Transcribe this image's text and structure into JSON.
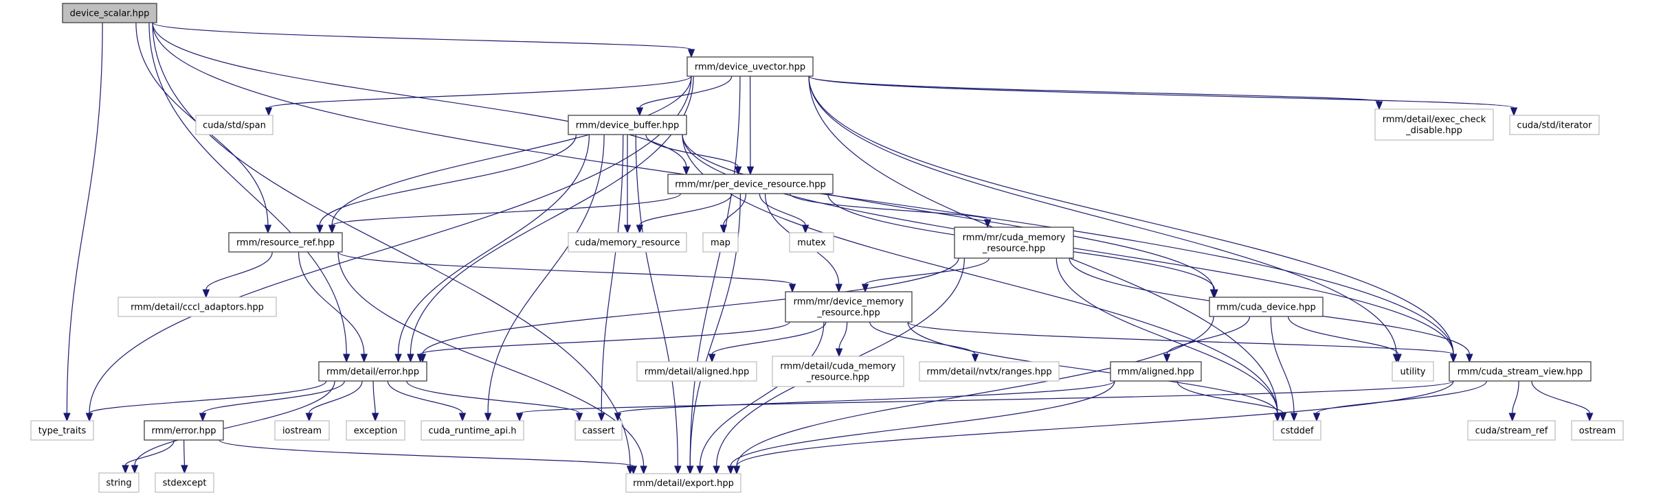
{
  "diagram": {
    "title": "device_scalar.hpp include dependency graph",
    "edge_color": "#191970",
    "nodes": [
      {
        "id": "device_scalar",
        "label": [
          "device_scalar.hpp"
        ],
        "kind": "main"
      },
      {
        "id": "device_uvector",
        "label": [
          "rmm/device_uvector.hpp"
        ],
        "kind": "doc"
      },
      {
        "id": "device_buffer",
        "label": [
          "rmm/device_buffer.hpp"
        ],
        "kind": "doc"
      },
      {
        "id": "cuda_std_span",
        "label": [
          "cuda/std/span"
        ],
        "kind": "ext"
      },
      {
        "id": "exec_check_disable",
        "label": [
          "rmm/detail/exec_check",
          "_disable.hpp"
        ],
        "kind": "ext"
      },
      {
        "id": "cuda_std_iterator",
        "label": [
          "cuda/std/iterator"
        ],
        "kind": "ext"
      },
      {
        "id": "per_device_resource",
        "label": [
          "rmm/mr/per_device_resource.hpp"
        ],
        "kind": "doc"
      },
      {
        "id": "resource_ref",
        "label": [
          "rmm/resource_ref.hpp"
        ],
        "kind": "doc"
      },
      {
        "id": "cuda_memory_resource_ext",
        "label": [
          "cuda/memory_resource"
        ],
        "kind": "ext"
      },
      {
        "id": "map",
        "label": [
          "map"
        ],
        "kind": "ext"
      },
      {
        "id": "mutex",
        "label": [
          "mutex"
        ],
        "kind": "ext"
      },
      {
        "id": "mr_cuda_memory_resource",
        "label": [
          "rmm/mr/cuda_memory",
          "_resource.hpp"
        ],
        "kind": "doc"
      },
      {
        "id": "cccl_adaptors",
        "label": [
          "rmm/detail/cccl_adaptors.hpp"
        ],
        "kind": "ext"
      },
      {
        "id": "device_memory_resource",
        "label": [
          "rmm/mr/device_memory",
          "_resource.hpp"
        ],
        "kind": "doc"
      },
      {
        "id": "cuda_device",
        "label": [
          "rmm/cuda_device.hpp"
        ],
        "kind": "doc"
      },
      {
        "id": "detail_error",
        "label": [
          "rmm/detail/error.hpp"
        ],
        "kind": "doc"
      },
      {
        "id": "detail_aligned",
        "label": [
          "rmm/detail/aligned.hpp"
        ],
        "kind": "ext"
      },
      {
        "id": "detail_cuda_memory_resource",
        "label": [
          "rmm/detail/cuda_memory",
          "_resource.hpp"
        ],
        "kind": "ext"
      },
      {
        "id": "nvtx_ranges",
        "label": [
          "rmm/detail/nvtx/ranges.hpp"
        ],
        "kind": "ext"
      },
      {
        "id": "aligned",
        "label": [
          "rmm/aligned.hpp"
        ],
        "kind": "doc"
      },
      {
        "id": "utility",
        "label": [
          "utility"
        ],
        "kind": "ext"
      },
      {
        "id": "cuda_stream_view",
        "label": [
          "rmm/cuda_stream_view.hpp"
        ],
        "kind": "doc"
      },
      {
        "id": "type_traits",
        "label": [
          "type_traits"
        ],
        "kind": "ext"
      },
      {
        "id": "rmm_error",
        "label": [
          "rmm/error.hpp"
        ],
        "kind": "doc"
      },
      {
        "id": "iostream",
        "label": [
          "iostream"
        ],
        "kind": "ext"
      },
      {
        "id": "exception",
        "label": [
          "exception"
        ],
        "kind": "ext"
      },
      {
        "id": "cuda_runtime_api",
        "label": [
          "cuda_runtime_api.h"
        ],
        "kind": "ext"
      },
      {
        "id": "cassert",
        "label": [
          "cassert"
        ],
        "kind": "ext"
      },
      {
        "id": "cstddef",
        "label": [
          "cstddef"
        ],
        "kind": "ext"
      },
      {
        "id": "cuda_stream_ref",
        "label": [
          "cuda/stream_ref"
        ],
        "kind": "ext"
      },
      {
        "id": "ostream",
        "label": [
          "ostream"
        ],
        "kind": "ext"
      },
      {
        "id": "string",
        "label": [
          "string"
        ],
        "kind": "ext"
      },
      {
        "id": "stdexcept",
        "label": [
          "stdexcept"
        ],
        "kind": "ext"
      },
      {
        "id": "export",
        "label": [
          "rmm/detail/export.hpp"
        ],
        "kind": "ext"
      }
    ],
    "edges": [
      [
        "device_scalar",
        "device_uvector"
      ],
      [
        "device_scalar",
        "per_device_resource"
      ],
      [
        "device_scalar",
        "resource_ref"
      ],
      [
        "device_scalar",
        "type_traits"
      ],
      [
        "device_scalar",
        "export"
      ],
      [
        "device_scalar",
        "cuda_stream_view"
      ],
      [
        "device_scalar",
        "detail_error"
      ],
      [
        "device_uvector",
        "device_buffer"
      ],
      [
        "device_uvector",
        "cuda_std_span"
      ],
      [
        "device_uvector",
        "exec_check_disable"
      ],
      [
        "device_uvector",
        "cuda_std_iterator"
      ],
      [
        "device_uvector",
        "per_device_resource"
      ],
      [
        "device_uvector",
        "resource_ref"
      ],
      [
        "device_uvector",
        "detail_error"
      ],
      [
        "device_uvector",
        "type_traits"
      ],
      [
        "device_uvector",
        "cuda_stream_view"
      ],
      [
        "device_uvector",
        "utility"
      ],
      [
        "device_uvector",
        "cstddef"
      ],
      [
        "device_uvector",
        "export"
      ],
      [
        "device_buffer",
        "per_device_resource"
      ],
      [
        "device_buffer",
        "resource_ref"
      ],
      [
        "device_buffer",
        "cuda_memory_resource_ext"
      ],
      [
        "device_buffer",
        "detail_error"
      ],
      [
        "device_buffer",
        "cuda_runtime_api"
      ],
      [
        "device_buffer",
        "cassert"
      ],
      [
        "device_buffer",
        "export"
      ],
      [
        "device_buffer",
        "cuda_device"
      ],
      [
        "device_buffer",
        "cuda_stream_view"
      ],
      [
        "device_buffer",
        "cstddef"
      ],
      [
        "per_device_resource",
        "resource_ref"
      ],
      [
        "per_device_resource",
        "cuda_memory_resource_ext"
      ],
      [
        "per_device_resource",
        "map"
      ],
      [
        "per_device_resource",
        "mutex"
      ],
      [
        "per_device_resource",
        "mr_cuda_memory_resource"
      ],
      [
        "per_device_resource",
        "device_memory_resource"
      ],
      [
        "per_device_resource",
        "cuda_device"
      ],
      [
        "per_device_resource",
        "export"
      ],
      [
        "resource_ref",
        "cccl_adaptors"
      ],
      [
        "resource_ref",
        "detail_error"
      ],
      [
        "resource_ref",
        "device_memory_resource"
      ],
      [
        "resource_ref",
        "export"
      ],
      [
        "mr_cuda_memory_resource",
        "device_memory_resource"
      ],
      [
        "mr_cuda_memory_resource",
        "detail_error"
      ],
      [
        "mr_cuda_memory_resource",
        "cuda_stream_view"
      ],
      [
        "mr_cuda_memory_resource",
        "cstddef"
      ],
      [
        "mr_cuda_memory_resource",
        "export"
      ],
      [
        "device_memory_resource",
        "detail_error"
      ],
      [
        "device_memory_resource",
        "detail_aligned"
      ],
      [
        "device_memory_resource",
        "detail_cuda_memory_resource"
      ],
      [
        "device_memory_resource",
        "nvtx_ranges"
      ],
      [
        "device_memory_resource",
        "cuda_stream_view"
      ],
      [
        "device_memory_resource",
        "cstddef"
      ],
      [
        "device_memory_resource",
        "export"
      ],
      [
        "cuda_device",
        "aligned"
      ],
      [
        "cuda_device",
        "utility"
      ],
      [
        "cuda_device",
        "cstddef"
      ],
      [
        "cuda_device",
        "export"
      ],
      [
        "detail_error",
        "type_traits"
      ],
      [
        "detail_error",
        "rmm_error"
      ],
      [
        "detail_error",
        "iostream"
      ],
      [
        "detail_error",
        "exception"
      ],
      [
        "detail_error",
        "cuda_runtime_api"
      ],
      [
        "detail_error",
        "cassert"
      ],
      [
        "detail_error",
        "string"
      ],
      [
        "aligned",
        "cassert"
      ],
      [
        "aligned",
        "cstddef"
      ],
      [
        "aligned",
        "export"
      ],
      [
        "cuda_stream_view",
        "cuda_runtime_api"
      ],
      [
        "cuda_stream_view",
        "cstddef"
      ],
      [
        "cuda_stream_view",
        "cuda_stream_ref"
      ],
      [
        "cuda_stream_view",
        "ostream"
      ],
      [
        "cuda_stream_view",
        "export"
      ],
      [
        "rmm_error",
        "string"
      ],
      [
        "rmm_error",
        "stdexcept"
      ],
      [
        "rmm_error",
        "export"
      ]
    ]
  }
}
